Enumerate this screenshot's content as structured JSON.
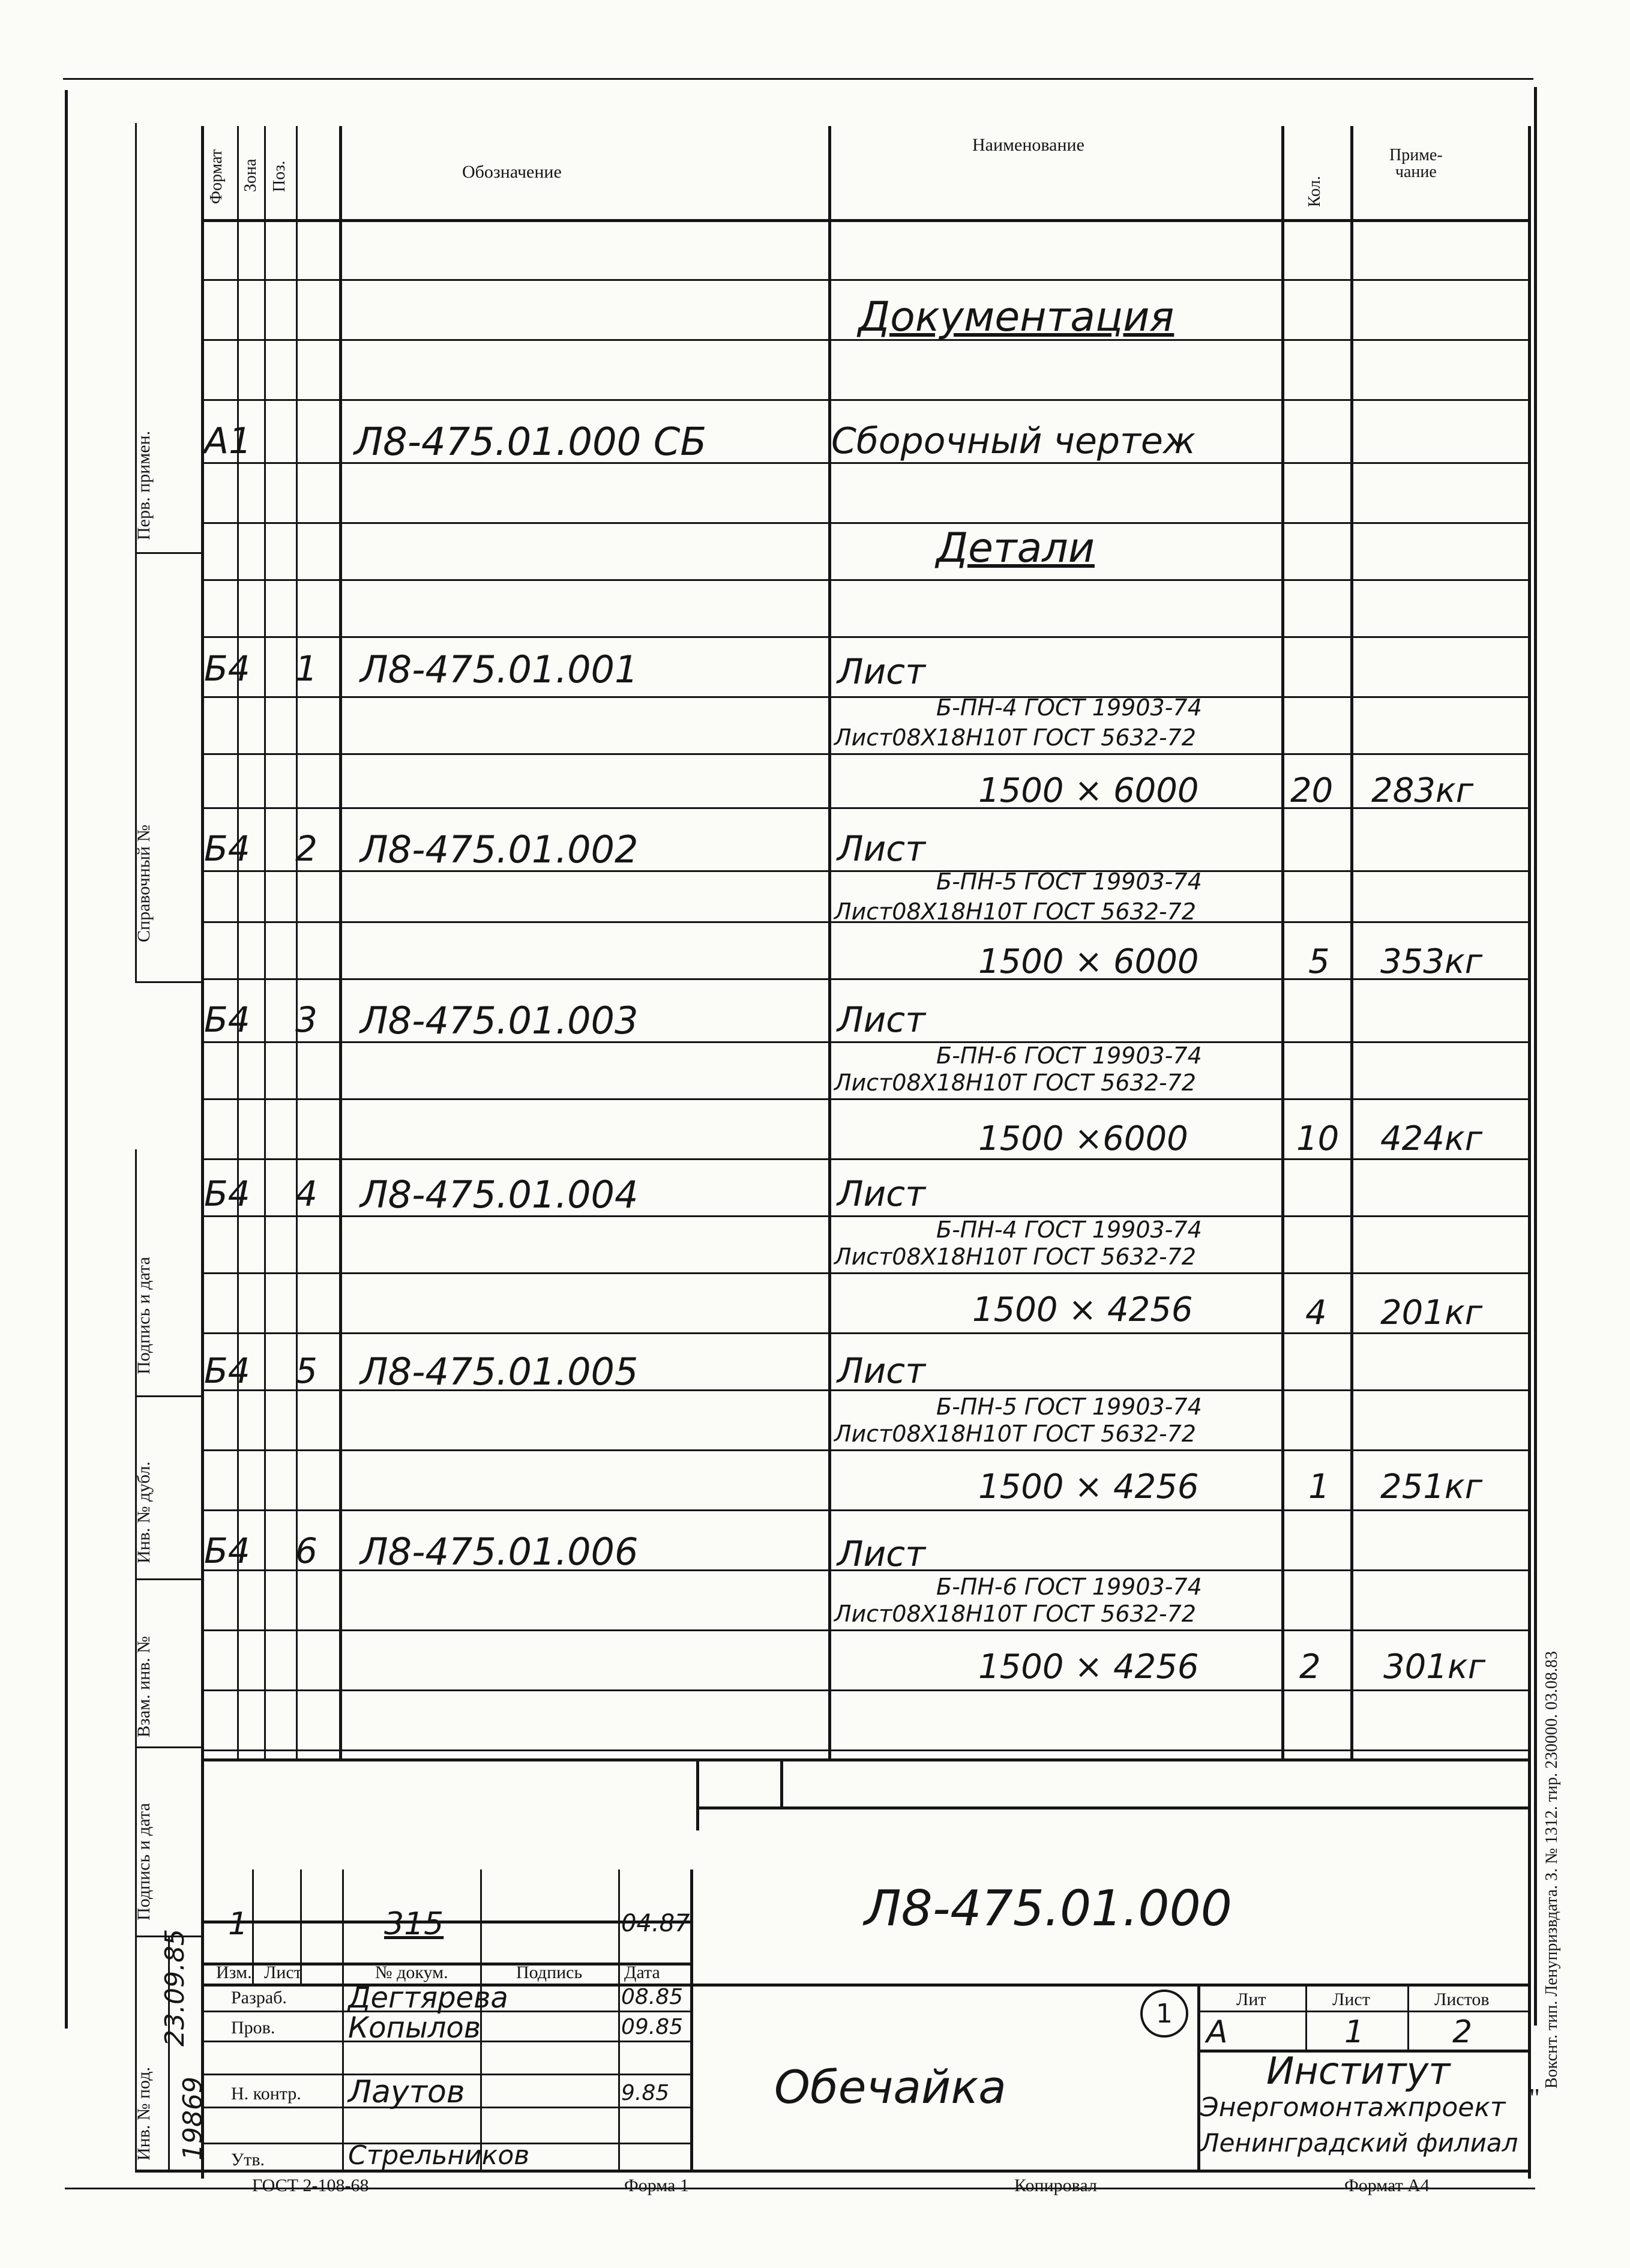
{
  "form": {
    "headers": {
      "format": "Формат",
      "zone": "Зона",
      "pos": "Поз.",
      "designation": "Обозначение",
      "name": "Наименование",
      "qty": "Кол.",
      "note": "Приме-\nчание"
    },
    "sections": {
      "documentation": "Документация",
      "details": "Детали"
    },
    "rows": [
      {
        "format": "А1",
        "pos": "",
        "designation": "Л8-475.01.000 СБ",
        "name": "Сборочный чертеж",
        "qty": "",
        "note": ""
      },
      {
        "format": "Б4",
        "pos": "1",
        "designation": "Л8-475.01.001",
        "name_top": "Лист",
        "name_frac_top": "Б-ПН-4 ГОСТ 19903-74",
        "name_frac_bottom": "Лист08Х18Н10Т ГОСТ 5632-72",
        "size": "1500 × 6000",
        "qty": "20",
        "note": "283кг"
      },
      {
        "format": "Б4",
        "pos": "2",
        "designation": "Л8-475.01.002",
        "name_top": "Лист",
        "name_frac_top": "Б-ПН-5 ГОСТ 19903-74",
        "name_frac_bottom": "Лист08Х18Н10Т ГОСТ 5632-72",
        "size": "1500 × 6000",
        "qty": "5",
        "note": "353кг"
      },
      {
        "format": "Б4",
        "pos": "3",
        "designation": "Л8-475.01.003",
        "name_top": "Лист",
        "name_frac_top": "Б-ПН-6 ГОСТ 19903-74",
        "name_frac_bottom": "Лист08Х18Н10Т ГОСТ 5632-72",
        "size": "1500 ×6000",
        "qty": "10",
        "note": "424кг"
      },
      {
        "format": "Б4",
        "pos": "4",
        "designation": "Л8-475.01.004",
        "name_top": "Лист",
        "name_frac_top": "Б-ПН-4 ГОСТ 19903-74",
        "name_frac_bottom": "Лист08Х18Н10Т ГОСТ 5632-72",
        "size": "1500 × 4256",
        "qty": "4",
        "note": "201кг"
      },
      {
        "format": "Б4",
        "pos": "5",
        "designation": "Л8-475.01.005",
        "name_top": "Лист",
        "name_frac_top": "Б-ПН-5 ГОСТ 19903-74",
        "name_frac_bottom": "Лист08Х18Н10Т ГОСТ 5632-72",
        "size": "1500 × 4256",
        "qty": "1",
        "note": "251кг"
      },
      {
        "format": "Б4",
        "pos": "6",
        "designation": "Л8-475.01.006",
        "name_top": "Лист",
        "name_frac_top": "Б-ПН-6 ГОСТ 19903-74",
        "name_frac_bottom": "Лист08Х18Н10Т ГОСТ 5632-72",
        "size": "1500 × 4256",
        "qty": "2",
        "note": "301кг"
      }
    ]
  },
  "left_margin": {
    "perv_primen": "Перв. примен.",
    "sprav_no": "Справочный №",
    "podp_data_1": "Подпись и дата",
    "inv_dubl": "Инв. № дубл.",
    "vzam_inv": "Взам. инв. №",
    "podp_data_2": "Подпись и дата",
    "inv_pod": "Инв. № под.",
    "sig_date": "23.09.85",
    "inv_no": "19869"
  },
  "title_block": {
    "designation": "Л8-475.01.000",
    "title": "Обечайка",
    "change_row": {
      "izm": "1",
      "num": "315",
      "date": "04.87"
    },
    "labels": {
      "izm": "Изм.",
      "list": "Лист",
      "doc": "№ докум.",
      "sign": "Подпись",
      "date": "Дата",
      "razrab": "Разраб.",
      "prov": "Пров.",
      "nkontr": "Н. контр.",
      "utv": "Утв.",
      "lit": "Лит",
      "list2": "Лист",
      "listov": "Листов"
    },
    "people": {
      "razrab": "Дегтярева",
      "razrab_date": "08.85",
      "prov": "Копылов",
      "prov_date": "09.85",
      "nkontr": "Лаутов",
      "nkontr_date": "9.85",
      "utv": "Стрельников"
    },
    "lit": "А",
    "sheet": "1",
    "sheets": "2",
    "circle": "1",
    "org_1": "Институт",
    "org_2": "Энергомонтажпроект",
    "org_3": "Ленинградский филиал"
  },
  "footer": {
    "gost": "ГОСТ 2-108-68",
    "forma": "Форма 1",
    "kopir": "Копировал",
    "format": "Формат А4"
  },
  "right_margin": "Вокснт. тип. Ленупризвдата. З. № 1312. тир. 230000. 03.08.83",
  "quote_mark": "\""
}
